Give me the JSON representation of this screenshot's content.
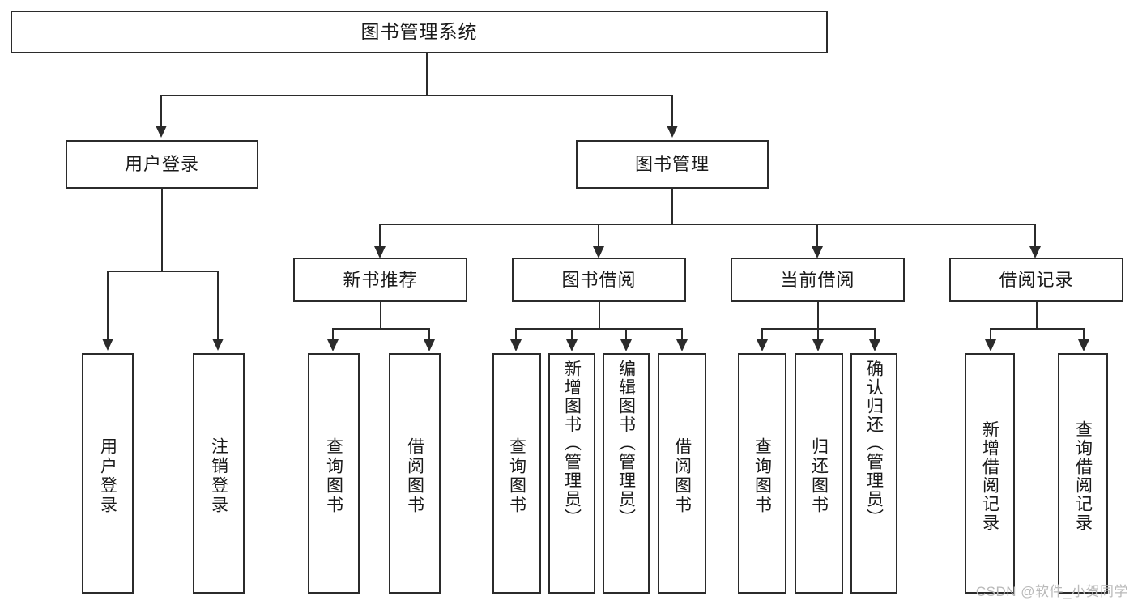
{
  "diagram": {
    "type": "tree-hierarchy",
    "title": "图书管理系统",
    "levels": 4,
    "root": {
      "label": "图书管理系统"
    },
    "level2": [
      {
        "label": "用户登录"
      },
      {
        "label": "图书管理"
      }
    ],
    "level3": [
      {
        "label": "新书推荐"
      },
      {
        "label": "图书借阅"
      },
      {
        "label": "当前借阅"
      },
      {
        "label": "借阅记录"
      }
    ],
    "leaves": {
      "user_login": [
        {
          "label": "用户登录"
        },
        {
          "label": "注销登录"
        }
      ],
      "new_book_recommend": [
        {
          "label": "查询图书"
        },
        {
          "label": "借阅图书"
        }
      ],
      "book_borrow": [
        {
          "label": "查询图书"
        },
        {
          "label": "新增图书（管理员）"
        },
        {
          "label": "编辑图书（管理员）"
        },
        {
          "label": "借阅图书"
        }
      ],
      "current_borrow": [
        {
          "label": "查询图书"
        },
        {
          "label": "归还图书"
        },
        {
          "label": "确认归还（管理员）"
        }
      ],
      "borrow_record": [
        {
          "label": "新增借阅记录"
        },
        {
          "label": "查询借阅记录"
        }
      ]
    }
  },
  "watermark": {
    "text": "CSDN @软件_小贺同学"
  },
  "colors": {
    "stroke": "#2b2b2b",
    "background": "#ffffff",
    "text": "#1a1a1a",
    "watermark": "#b9b9b9"
  }
}
